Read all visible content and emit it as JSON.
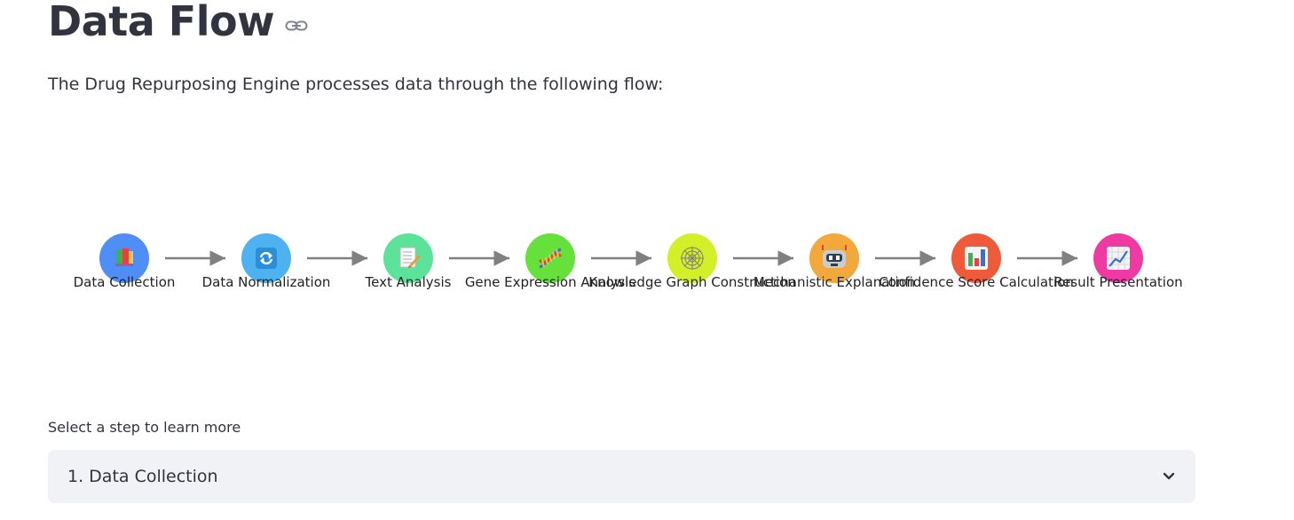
{
  "page": {
    "title": "Data Flow",
    "intro": "The Drug Repurposing Engine processes data through the following flow:"
  },
  "flow": {
    "steps": [
      {
        "label": "Data Collection",
        "icon": "books-icon",
        "color": "#4f8ef7"
      },
      {
        "label": "Data Normalization",
        "icon": "refresh-icon",
        "color": "#4fb2f0"
      },
      {
        "label": "Text Analysis",
        "icon": "memo-icon",
        "color": "#5ce39a"
      },
      {
        "label": "Gene Expression Analysis",
        "icon": "dna-icon",
        "color": "#66e03a"
      },
      {
        "label": "Knowledge Graph Construction",
        "icon": "web-icon",
        "color": "#d2ef2a"
      },
      {
        "label": "Mechanistic Explanation",
        "icon": "robot-icon",
        "color": "#f2a83a"
      },
      {
        "label": "Confidence Score Calculation",
        "icon": "bar-chart-icon",
        "color": "#ef5a3a"
      },
      {
        "label": "Result Presentation",
        "icon": "line-chart-icon",
        "color": "#ef3aa3"
      }
    ],
    "arrow_color": "#808080"
  },
  "select": {
    "label": "Select a step to learn more",
    "value": "1. Data Collection"
  }
}
